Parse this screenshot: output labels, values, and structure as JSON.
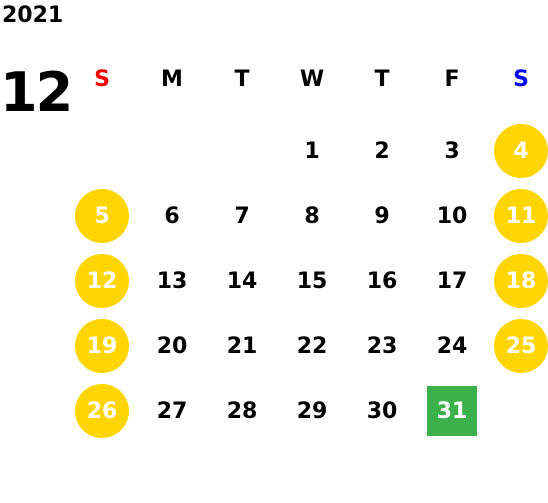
{
  "calendar": {
    "year": "2021",
    "month": "12",
    "weekdays": [
      "S",
      "M",
      "T",
      "W",
      "T",
      "F",
      "S"
    ],
    "weeks": [
      [
        "",
        "",
        "",
        "1",
        "2",
        "3",
        "4"
      ],
      [
        "5",
        "6",
        "7",
        "8",
        "9",
        "10",
        "11"
      ],
      [
        "12",
        "13",
        "14",
        "15",
        "16",
        "17",
        "18"
      ],
      [
        "19",
        "20",
        "21",
        "22",
        "23",
        "24",
        "25"
      ],
      [
        "26",
        "27",
        "28",
        "29",
        "30",
        "31",
        ""
      ]
    ],
    "highlighted_date": "31",
    "colors": {
      "sunday_header": "#ff0000",
      "saturday_header": "#0000ff",
      "weekend_circle": "#ffd500",
      "today_highlight": "#3cb04b"
    }
  }
}
